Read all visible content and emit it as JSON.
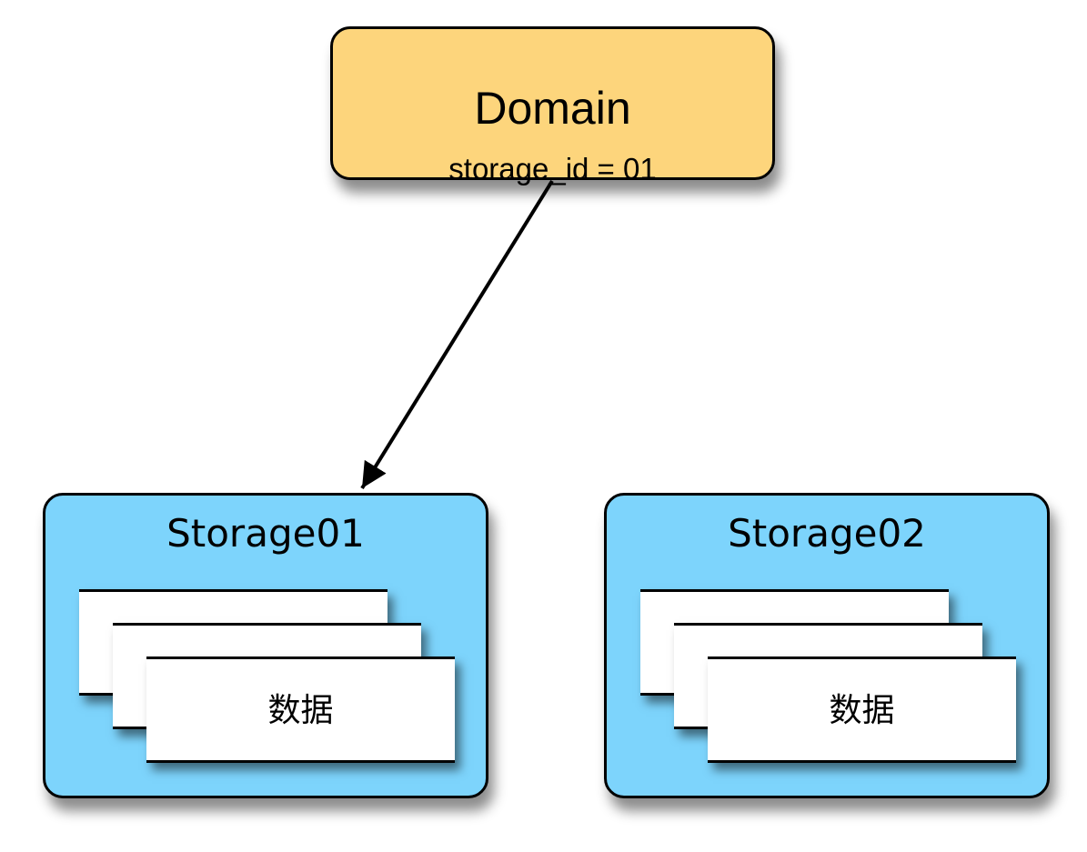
{
  "colors": {
    "domain_fill": "#fdd57c",
    "storage_fill": "#7dd4fc",
    "card_fill": "#ffffff",
    "border": "#000000"
  },
  "domain": {
    "title": "Domain",
    "subtitle": "storage_id = 01"
  },
  "storages": [
    {
      "title": "Storage01",
      "card_label": "数据"
    },
    {
      "title": "Storage02",
      "card_label": "数据"
    }
  ],
  "edges": [
    {
      "from": "Domain",
      "to": "Storage01",
      "arrow": "end"
    }
  ]
}
